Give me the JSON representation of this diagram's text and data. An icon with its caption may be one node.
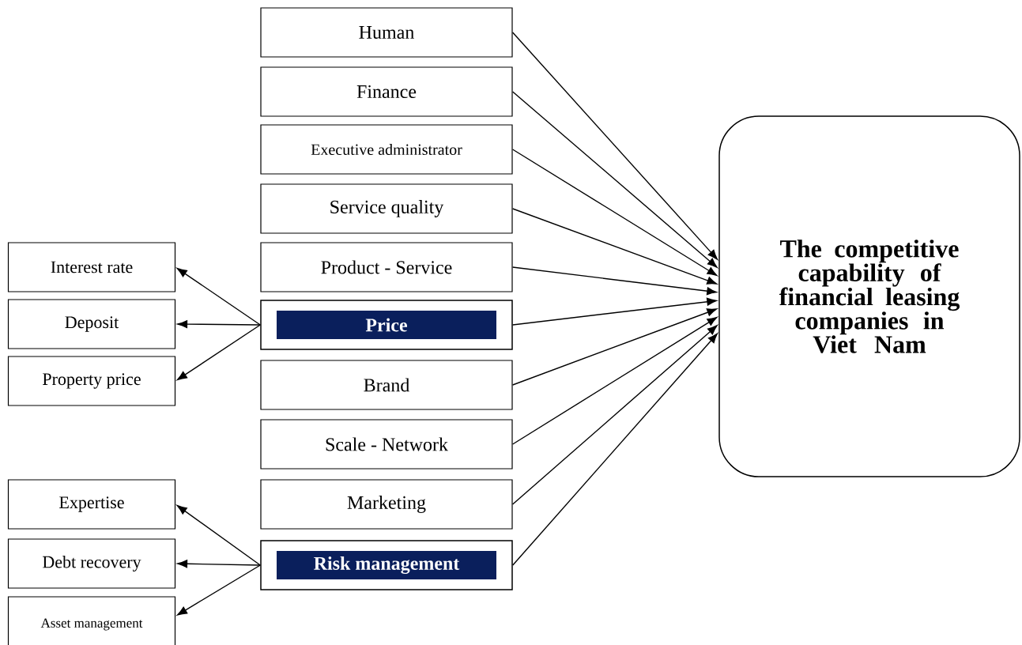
{
  "diagram": {
    "nodes": [
      {
        "text": [
          "Human"
        ]
      },
      {
        "text": [
          "Finance"
        ]
      },
      {
        "text": [
          "Executive administrator"
        ]
      },
      {
        "text": [
          "Service quality"
        ]
      },
      {
        "text": [
          "Product - Service"
        ]
      },
      {
        "text": [
          "Price"
        ]
      },
      {
        "text": [
          "Brand"
        ]
      },
      {
        "text": [
          "Scale - Network"
        ]
      },
      {
        "text": [
          "Marketing"
        ]
      },
      {
        "text": [
          "Risk management"
        ]
      },
      {
        "text": [
          "The competitive capability of financial leasing companies in Viet Nam"
        ]
      },
      {
        "text": [
          "Interest rate"
        ]
      },
      {
        "text": [
          "Deposit"
        ]
      },
      {
        "text": [
          "Property price"
        ]
      },
      {
        "text": [
          "Expertise"
        ]
      },
      {
        "text": [
          "Debt recovery"
        ]
      },
      {
        "text": [
          "Asset management"
        ]
      }
    ],
    "edges": [
      {
        "from": 0,
        "to": 10,
        "arrow": "to"
      },
      {
        "from": 1,
        "to": 10,
        "arrow": "to"
      },
      {
        "from": 2,
        "to": 10,
        "arrow": "to"
      },
      {
        "from": 3,
        "to": 10,
        "arrow": "to"
      },
      {
        "from": 4,
        "to": 10,
        "arrow": "to"
      },
      {
        "from": 5,
        "to": 10,
        "arrow": "to"
      },
      {
        "from": 6,
        "to": 10,
        "arrow": "to"
      },
      {
        "from": 7,
        "to": 10,
        "arrow": "to"
      },
      {
        "from": 8,
        "to": 10,
        "arrow": "to"
      },
      {
        "from": 9,
        "to": 10,
        "arrow": "to"
      },
      {
        "from": 5,
        "to": 11,
        "arrow": "to"
      },
      {
        "from": 5,
        "to": 12,
        "arrow": "to"
      },
      {
        "from": 5,
        "to": 13,
        "arrow": "to"
      },
      {
        "from": 9,
        "to": 14,
        "arrow": "to"
      },
      {
        "from": 9,
        "to": 15,
        "arrow": "to"
      },
      {
        "from": 9,
        "to": 16,
        "arrow": "to"
      }
    ]
  }
}
